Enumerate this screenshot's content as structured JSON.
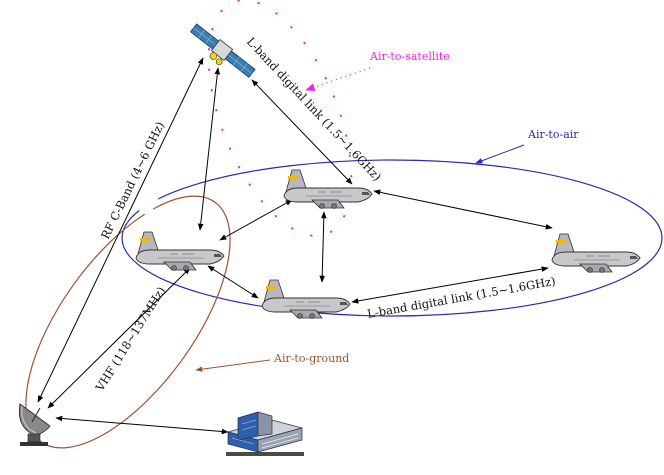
{
  "diagram": {
    "regions": {
      "air_to_satellite": {
        "label": "Air-to-satellite",
        "color": "#ee22ee"
      },
      "air_to_air": {
        "label": "Air-to-air",
        "color": "#2a2ab0"
      },
      "air_to_ground": {
        "label": "Air-to-ground",
        "color": "#a0522d"
      }
    },
    "links": {
      "satellite_l_band": "L-band digital link (1.5~1.6GHz)",
      "rf_c_band": "RF C-Band (4~6 GHz)",
      "air_l_band": "L-band digital link (1.5~1.6GHz)",
      "vhf": "VHF (118~137MHz)"
    },
    "icons": [
      "satellite-icon",
      "airplane-icon",
      "dish-antenna-icon",
      "building-icon"
    ],
    "colors": {
      "aircraft_body": "#c8c8cc",
      "aircraft_stripe": "#f2b800",
      "satellite_panel": "#3a7fb0",
      "building_glass": "#2f5fa8"
    }
  }
}
